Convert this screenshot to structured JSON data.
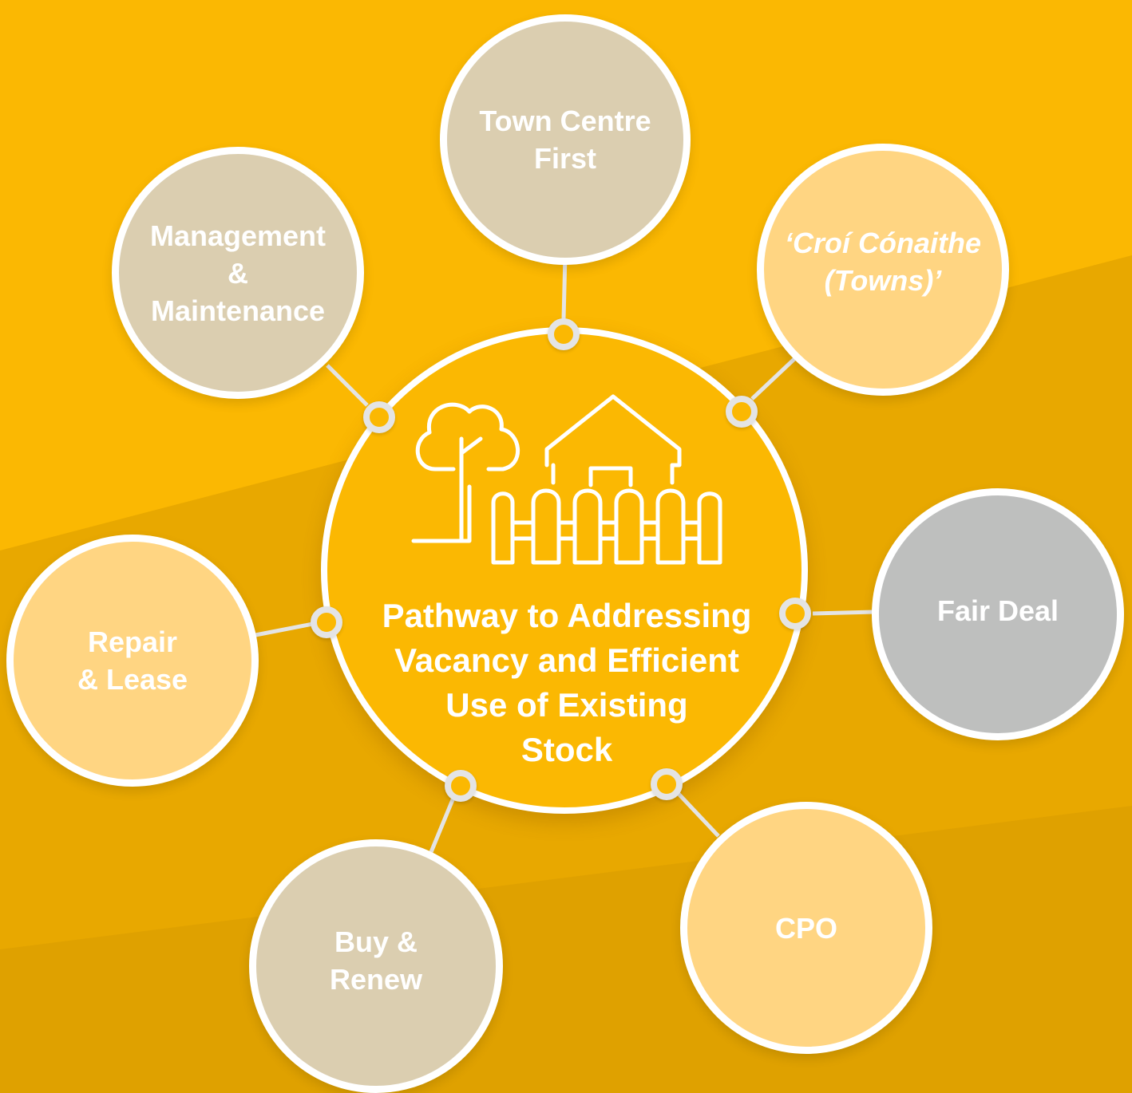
{
  "colors": {
    "background": "#FBB802",
    "background_band": "#E8A800",
    "background_band_dark": "#D99C00",
    "beige": "#DBCEB0",
    "light_yellow": "#FFD582",
    "grey": "#BEBFBE",
    "white": "#FFFFFF",
    "connector": "#E4E4E4"
  },
  "center": {
    "title_lines": [
      "Pathway to Addressing",
      "Vacancy and Efficient",
      "Use of Existing",
      "Stock"
    ],
    "icon": "house-tree-fence-icon"
  },
  "nodes": {
    "town_centre_first": {
      "lines": [
        "Town Centre",
        "First"
      ]
    },
    "croi_conaithe": {
      "lines": [
        "‘Croí Cónaithe",
        "(Towns)’"
      ]
    },
    "fair_deal": {
      "lines": [
        "Fair Deal"
      ]
    },
    "cpo": {
      "lines": [
        "CPO"
      ]
    },
    "buy_renew": {
      "lines": [
        "Buy &",
        "Renew"
      ]
    },
    "repair_lease": {
      "lines": [
        "Repair",
        "& Lease"
      ]
    },
    "management_maintenance": {
      "lines": [
        "Management",
        "&",
        "Maintenance"
      ]
    }
  }
}
